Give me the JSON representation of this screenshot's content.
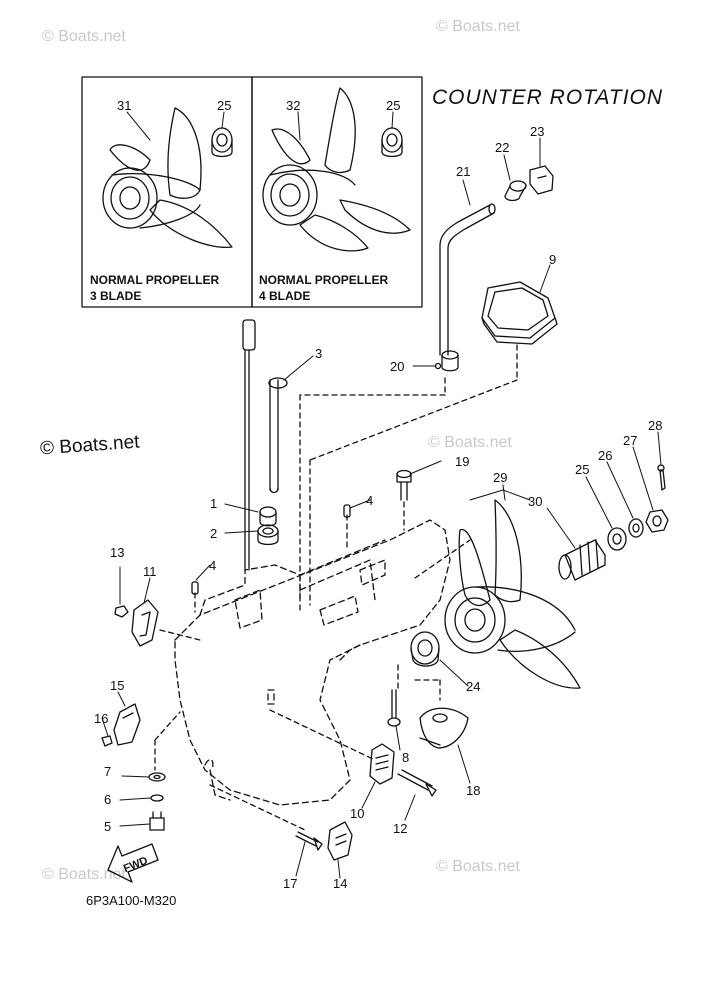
{
  "title": "COUNTER ROTATION",
  "diagram_code": "6P3A100-M320",
  "watermark": "Boats.net",
  "watermark_copyright": "© Boats.net",
  "insets": [
    {
      "line1": "NORMAL PROPELLER",
      "line2": "3 BLADE",
      "callouts": [
        "31",
        "25"
      ]
    },
    {
      "line1": "NORMAL PROPELLER",
      "line2": "4 BLADE",
      "callouts": [
        "32",
        "25"
      ]
    }
  ],
  "fwd_label": "FWD",
  "callouts": {
    "n1": "1",
    "n2": "2",
    "n3": "3",
    "n4a": "4",
    "n4b": "4",
    "n5": "5",
    "n6": "6",
    "n7": "7",
    "n8": "8",
    "n9": "9",
    "n10": "10",
    "n11": "11",
    "n12": "12",
    "n13": "13",
    "n14": "14",
    "n15": "15",
    "n16": "16",
    "n17": "17",
    "n18": "18",
    "n19": "19",
    "n20": "20",
    "n21": "21",
    "n22": "22",
    "n23": "23",
    "n24": "24",
    "n25": "25",
    "n26": "26",
    "n27": "27",
    "n28": "28",
    "n29": "29",
    "n30": "30"
  }
}
